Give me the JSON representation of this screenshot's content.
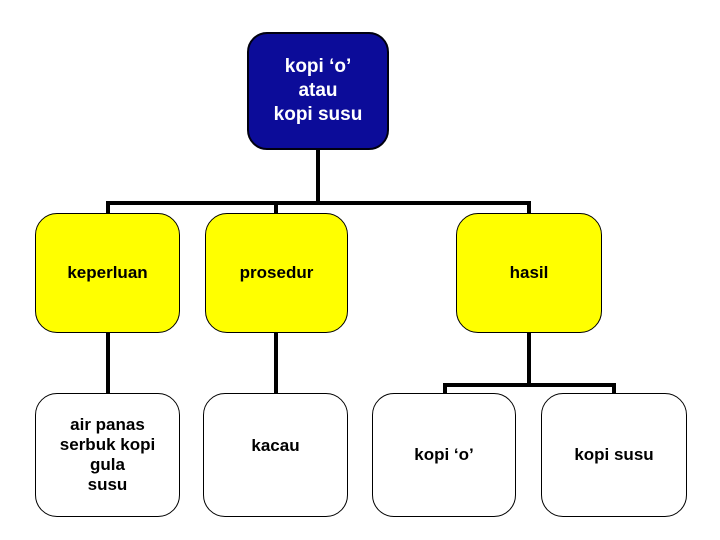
{
  "diagram": {
    "background_color": "#ffffff",
    "connector_color": "#000000",
    "root": {
      "label": "kopi ‘o’\natau\nkopi susu",
      "fill_color": "#0c0c99",
      "text_color": "#ffffff"
    },
    "branch_fill_color": "#ffff00",
    "branches": [
      {
        "label": "keperluan"
      },
      {
        "label": "prosedur"
      },
      {
        "label": "hasil"
      }
    ],
    "leaf_fill_color": "#ffffff",
    "leaves": [
      {
        "label": "air panas\nserbuk kopi\ngula\nsusu"
      },
      {
        "label": "kacau"
      },
      {
        "label": "kopi ‘o’"
      },
      {
        "label": "kopi susu"
      }
    ]
  }
}
